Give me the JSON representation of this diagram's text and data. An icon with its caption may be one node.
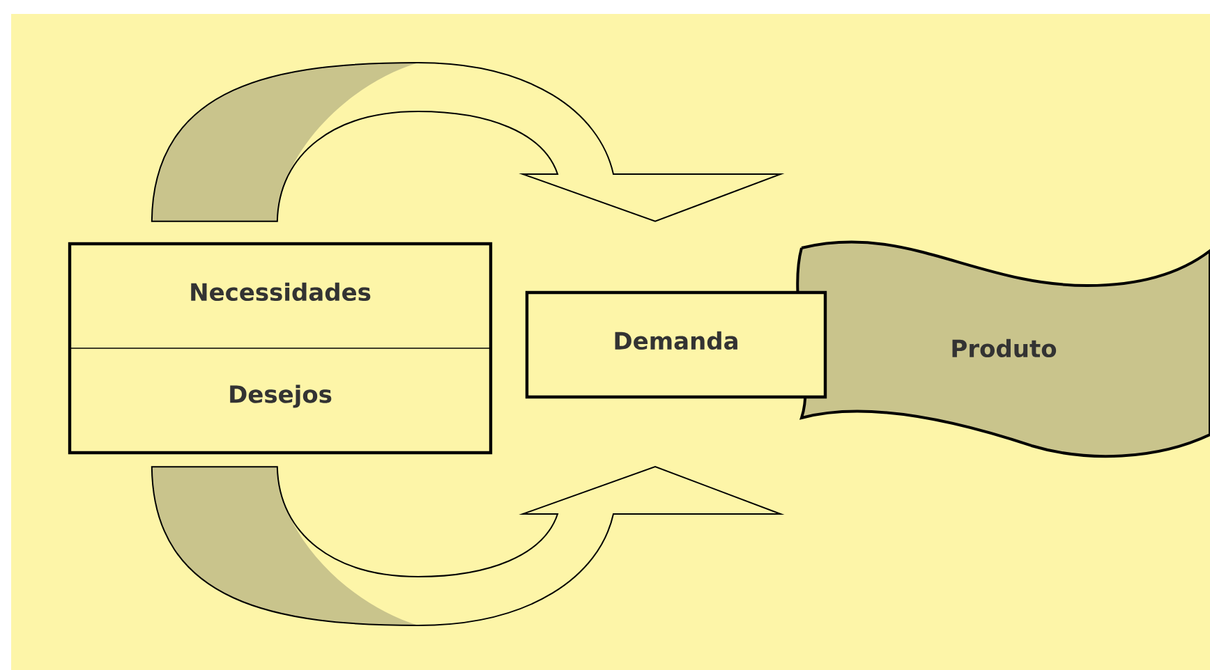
{
  "diagram": {
    "nodes": [
      {
        "text": [
          "Necessidades",
          "Desejos"
        ]
      },
      {
        "text": [
          "Demanda"
        ]
      },
      {
        "text": [
          "Produto"
        ]
      }
    ],
    "edges": [
      {
        "from": 0,
        "to": 1,
        "arrow": "to"
      },
      {
        "from": 0,
        "to": 1,
        "arrow": "to"
      }
    ]
  }
}
